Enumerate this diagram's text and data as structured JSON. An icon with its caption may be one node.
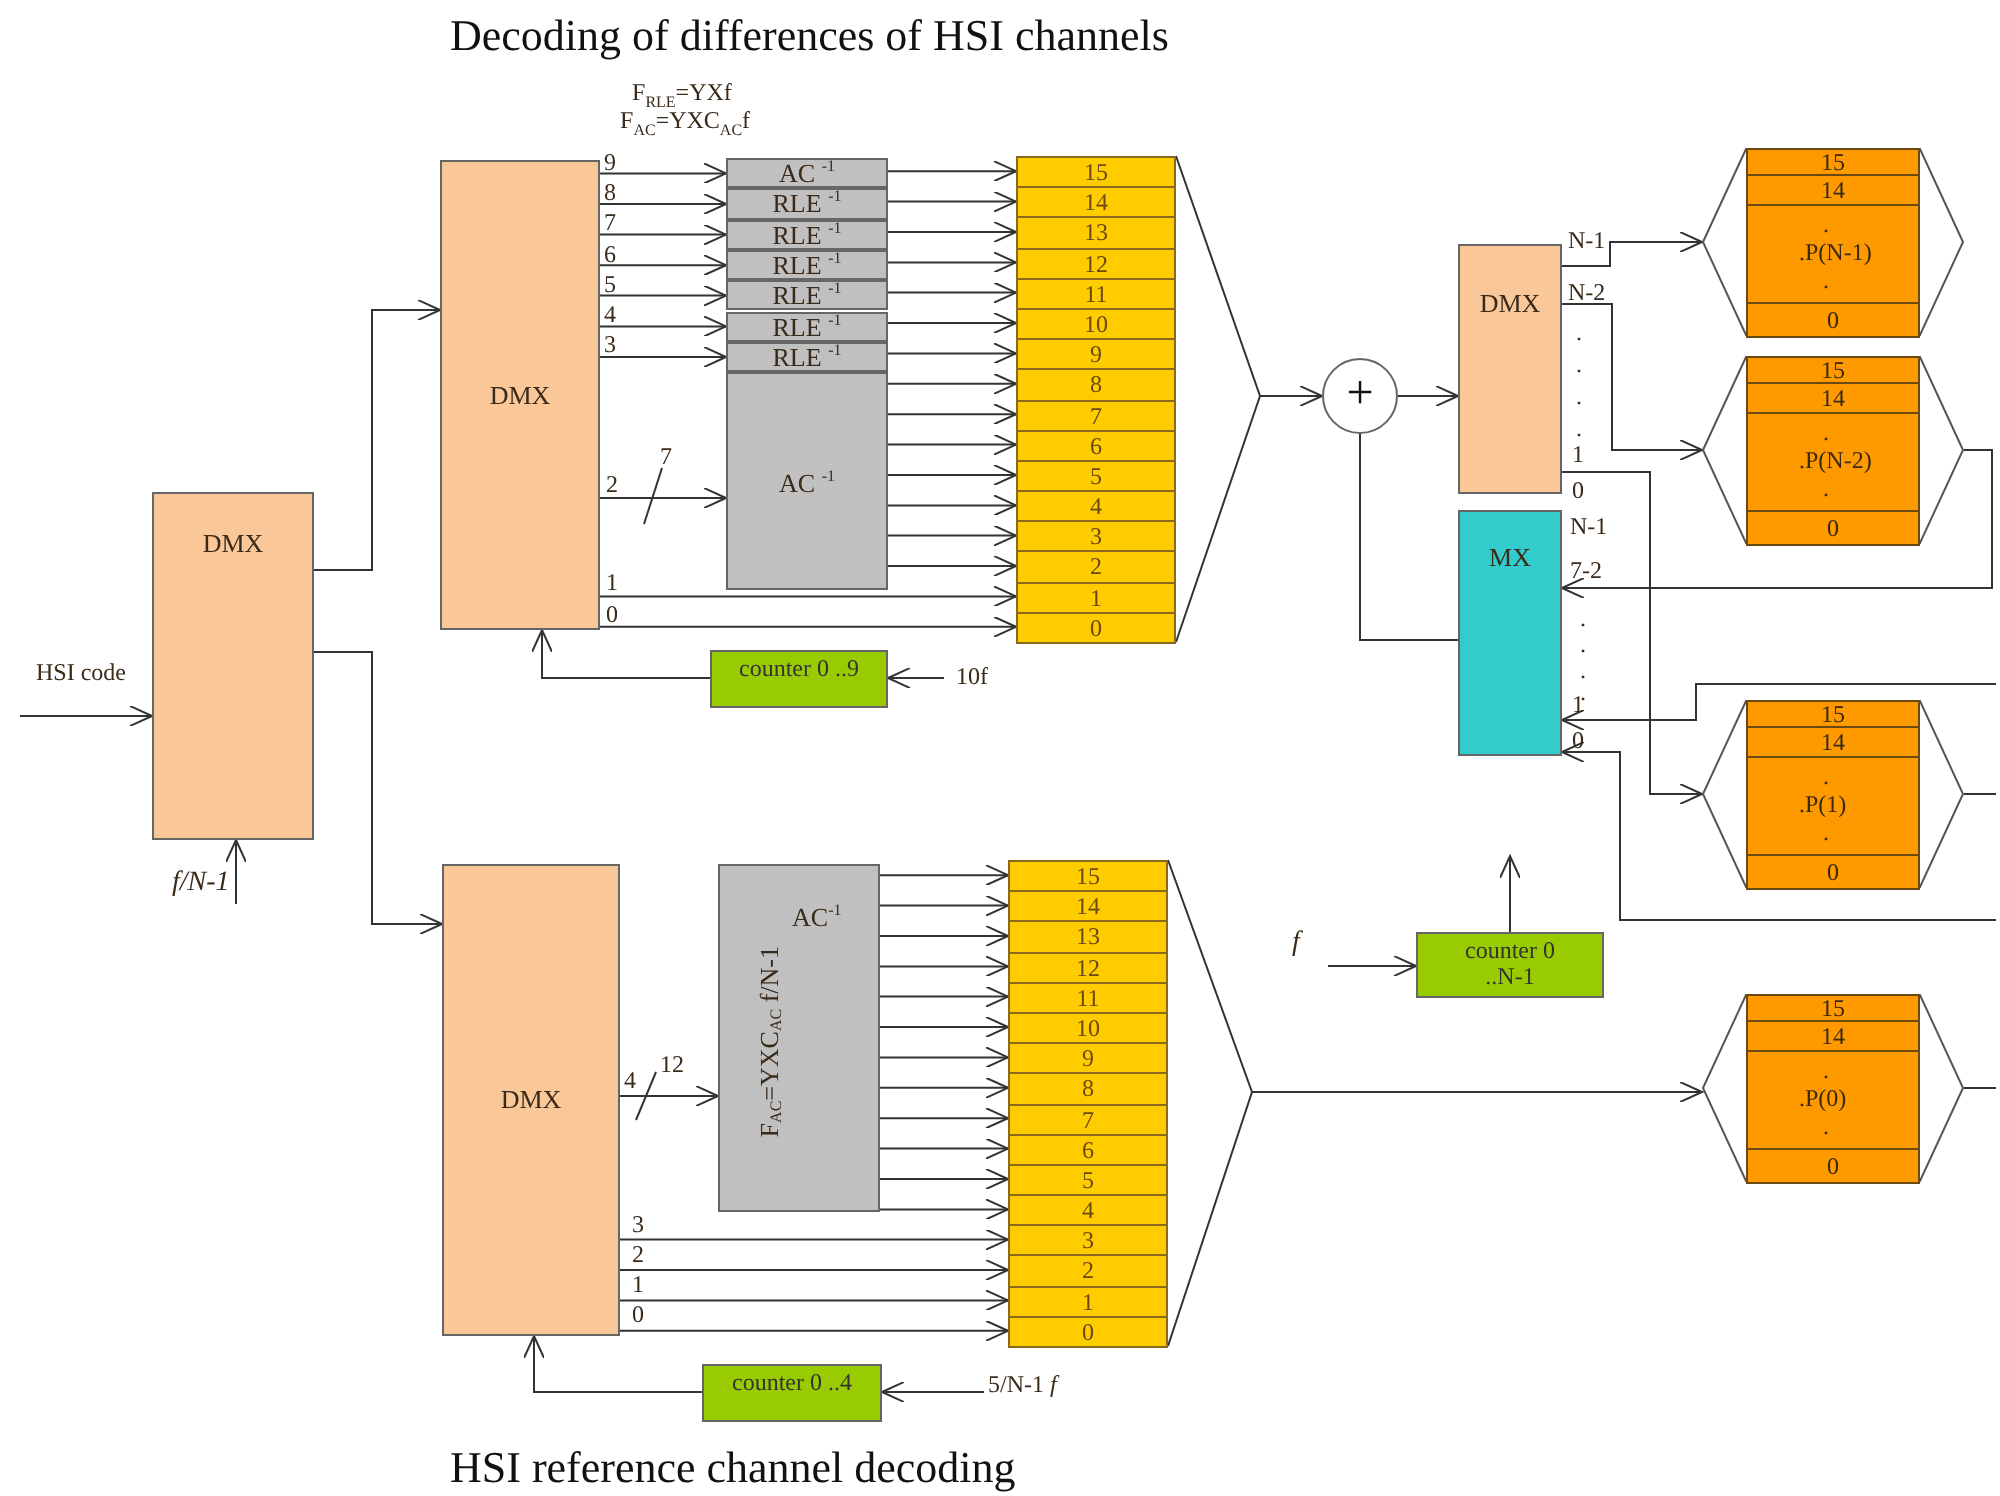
{
  "diagram": {
    "title": "Decoding of differences of HSI channels",
    "caption": "HSI reference channel decoding",
    "nodes": [
      {
        "text": [
          "DMX"
        ]
      },
      {
        "text": [
          "DMX"
        ]
      },
      {
        "text": [
          "AC $^{-1}$"
        ]
      },
      {
        "text": [
          "RLE $^{-1}$"
        ]
      },
      {
        "text": [
          "RLE $^{-1}$"
        ]
      },
      {
        "text": [
          "RLE $^{-1}$"
        ]
      },
      {
        "text": [
          "RLE $^{-1}$"
        ]
      },
      {
        "text": [
          "RLE $^{-1}$"
        ]
      },
      {
        "text": [
          "RLE $^{-1}$"
        ]
      },
      {
        "text": [
          "AC $^{-1}$"
        ]
      },
      {
        "text": [
          "15",
          "14",
          "13",
          "12",
          "11",
          "10",
          "9",
          "8",
          "7",
          "6",
          "5",
          "4",
          "3",
          "2",
          "1",
          "0"
        ]
      },
      {
        "text": [
          "counter 0 ..9"
        ]
      },
      {
        "text": [
          "+"
        ]
      },
      {
        "text": [
          "DMX"
        ]
      },
      {
        "text": [
          "MX"
        ]
      },
      {
        "text": [
          "15",
          "14",
          ".",
          ".P(N-1)",
          ".",
          "0"
        ]
      },
      {
        "text": [
          "15",
          "14",
          ".",
          ".P(N-2)",
          ".",
          "0"
        ]
      },
      {
        "text": [
          "15",
          "14",
          ".",
          ".P(1)",
          ".",
          "0"
        ]
      },
      {
        "text": [
          "15",
          "14",
          ".",
          ".P(0)",
          ".",
          "0"
        ]
      },
      {
        "text": [
          "counter 0 ..N-1"
        ]
      },
      {
        "text": [
          "DMX"
        ]
      },
      {
        "text": [
          "AC$^{-1}$",
          "F$_{AC}$=YXC$_{AC}$ f/N-1"
        ]
      },
      {
        "text": [
          "15",
          "14",
          "13",
          "12",
          "11",
          "10",
          "9",
          "8",
          "7",
          "6",
          "5",
          "4",
          "3",
          "2",
          "1",
          "0"
        ]
      },
      {
        "text": [
          "counter 0 ..4"
        ]
      }
    ],
    "edges": [
      {
        "from": null,
        "to": 0,
        "arrow": "to",
        "label": "HSI code"
      },
      {
        "from": null,
        "to": 0,
        "arrow": "to",
        "label": "f/N-1"
      },
      {
        "from": 0,
        "to": 1,
        "arrow": "to"
      },
      {
        "from": 0,
        "to": 20,
        "arrow": "to"
      },
      {
        "from": 1,
        "to": 2,
        "arrow": "to",
        "label": "9"
      },
      {
        "from": 1,
        "to": 3,
        "arrow": "to",
        "label": "8"
      },
      {
        "from": 1,
        "to": 4,
        "arrow": "to",
        "label": "7"
      },
      {
        "from": 1,
        "to": 5,
        "arrow": "to",
        "label": "6"
      },
      {
        "from": 1,
        "to": 6,
        "arrow": "to",
        "label": "5"
      },
      {
        "from": 1,
        "to": 7,
        "arrow": "to",
        "label": "4"
      },
      {
        "from": 1,
        "to": 8,
        "arrow": "to",
        "label": "3"
      },
      {
        "from": 1,
        "to": 9,
        "arrow": "to",
        "label": "2"
      },
      {
        "from": 1,
        "to": 10,
        "arrow": "to",
        "label": "1"
      },
      {
        "from": 1,
        "to": 10,
        "arrow": "to",
        "label": "0"
      },
      {
        "from": 2,
        "to": 10,
        "arrow": "to"
      },
      {
        "from": 3,
        "to": 10,
        "arrow": "to"
      },
      {
        "from": 4,
        "to": 10,
        "arrow": "to"
      },
      {
        "from": 5,
        "to": 10,
        "arrow": "to"
      },
      {
        "from": 6,
        "to": 10,
        "arrow": "to"
      },
      {
        "from": 7,
        "to": 10,
        "arrow": "to"
      },
      {
        "from": 8,
        "to": 10,
        "arrow": "to"
      },
      {
        "from": 9,
        "to": 10,
        "arrow": "to"
      },
      {
        "from": 9,
        "to": 10,
        "arrow": "to"
      },
      {
        "from": 9,
        "to": 10,
        "arrow": "to"
      },
      {
        "from": 9,
        "to": 10,
        "arrow": "to"
      },
      {
        "from": 9,
        "to": 10,
        "arrow": "to"
      },
      {
        "from": 9,
        "to": 10,
        "arrow": "to"
      },
      {
        "from": 9,
        "to": 10,
        "arrow": "to"
      },
      {
        "from": 11,
        "to": 1,
        "arrow": "to"
      },
      {
        "from": null,
        "to": 11,
        "arrow": "to",
        "label": "10f"
      },
      {
        "from": 10,
        "to": 12,
        "arrow": "to"
      },
      {
        "from": 12,
        "to": 13,
        "arrow": "to"
      },
      {
        "from": 14,
        "to": 12,
        "arrow": "none"
      },
      {
        "from": 13,
        "to": 15,
        "arrow": "to",
        "label": "N-1"
      },
      {
        "from": 13,
        "to": 16,
        "arrow": "to",
        "label": "N-2"
      },
      {
        "from": 13,
        "to": 17,
        "arrow": "to",
        "label": "1"
      },
      {
        "from": 16,
        "to": 14,
        "arrow": "to",
        "label": "7-2"
      },
      {
        "from": null,
        "to": 14,
        "arrow": "to",
        "label": "1"
      },
      {
        "from": null,
        "to": 14,
        "arrow": "to",
        "label": "0"
      },
      {
        "from": 17,
        "to": null,
        "arrow": "none"
      },
      {
        "from": 18,
        "to": null,
        "arrow": "none"
      },
      {
        "from": 19,
        "to": null,
        "arrow": "to"
      },
      {
        "from": null,
        "to": 19,
        "arrow": "to",
        "label": "f"
      },
      {
        "from": 20,
        "to": 21,
        "arrow": "to",
        "label": "4"
      },
      {
        "from": 21,
        "to": 22,
        "arrow": "to"
      },
      {
        "from": 21,
        "to": 22,
        "arrow": "to"
      },
      {
        "from": 21,
        "to": 22,
        "arrow": "to"
      },
      {
        "from": 21,
        "to": 22,
        "arrow": "to"
      },
      {
        "from": 21,
        "to": 22,
        "arrow": "to"
      },
      {
        "from": 21,
        "to": 22,
        "arrow": "to"
      },
      {
        "from": 21,
        "to": 22,
        "arrow": "to"
      },
      {
        "from": 21,
        "to": 22,
        "arrow": "to"
      },
      {
        "from": 21,
        "to": 22,
        "arrow": "to"
      },
      {
        "from": 21,
        "to": 22,
        "arrow": "to"
      },
      {
        "from": 21,
        "to": 22,
        "arrow": "to"
      },
      {
        "from": 21,
        "to": 22,
        "arrow": "to"
      },
      {
        "from": 20,
        "to": 22,
        "arrow": "to",
        "label": "3"
      },
      {
        "from": 20,
        "to": 22,
        "arrow": "to",
        "label": "2"
      },
      {
        "from": 20,
        "to": 22,
        "arrow": "to",
        "label": "1"
      },
      {
        "from": 20,
        "to": 22,
        "arrow": "to",
        "label": "0"
      },
      {
        "from": 23,
        "to": 20,
        "arrow": "to"
      },
      {
        "from": null,
        "to": 23,
        "arrow": "to",
        "label": "5/N-1 *f*"
      },
      {
        "from": 22,
        "to": 18,
        "arrow": "to"
      }
    ],
    "labels": [
      "F$_{RLE}$=YXf",
      "F$_{AC}$=YXC$_{AC}$f",
      "7",
      ".",
      ".",
      ".",
      ".",
      "0",
      "N-1",
      ".",
      ".",
      ".",
      ".",
      "12"
    ]
  }
}
